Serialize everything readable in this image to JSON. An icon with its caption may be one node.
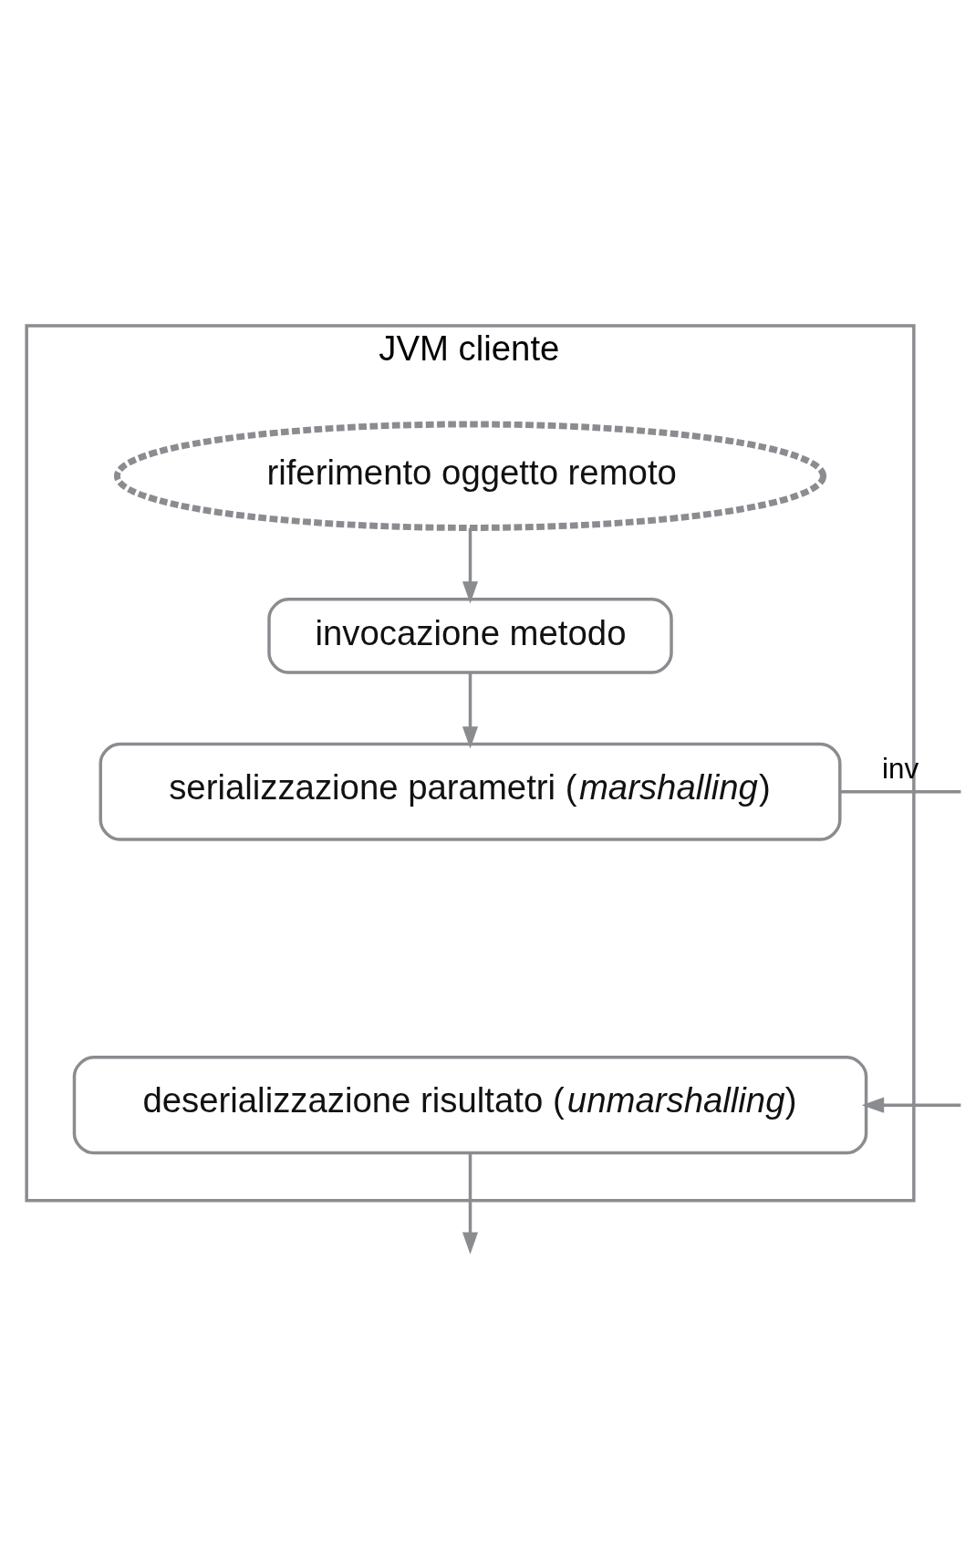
{
  "diagram": {
    "nodes": [
      {
        "text": [
          "JVM cliente"
        ]
      },
      {
        "text": [
          "riferimento oggetto remoto"
        ],
        "in": 0
      },
      {
        "text": [
          "invocazione metodo"
        ],
        "in": 0
      },
      {
        "text": [
          "serializzazione parametri (*marshalling*)"
        ],
        "in": 0
      },
      {
        "text": [
          "deserializzazione risultato (*unmarshalling*)"
        ],
        "in": 0
      }
    ],
    "edges": [
      {
        "from": 1,
        "to": 2,
        "arrow": "to"
      },
      {
        "from": 2,
        "to": 3,
        "arrow": "to"
      },
      {
        "from": 3,
        "to": null,
        "arrow": "none",
        "label": "inv"
      },
      {
        "from": 4,
        "to": null,
        "arrow": "to"
      },
      {
        "from": null,
        "to": 4,
        "arrow": "to"
      }
    ]
  }
}
